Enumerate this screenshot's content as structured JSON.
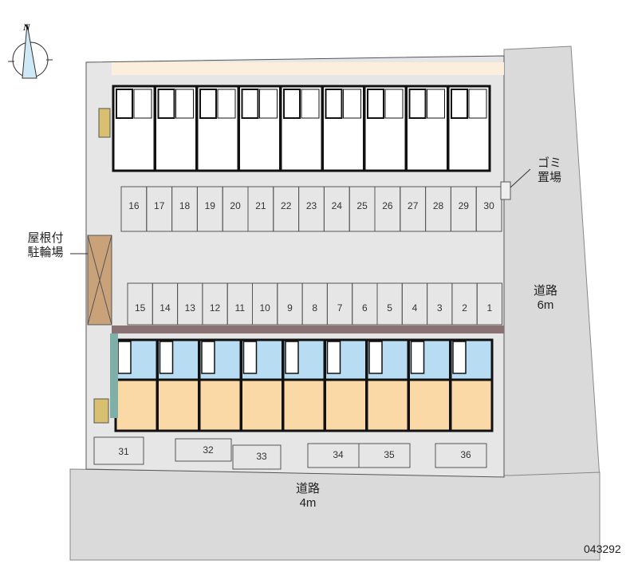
{
  "compass": {
    "north_label": "N"
  },
  "labels": {
    "bike_shed": [
      "屋根付",
      "駐輪場"
    ],
    "garbage": [
      "ゴミ",
      "置場"
    ],
    "road_east": [
      "道路",
      "6m"
    ],
    "road_south": [
      "道路",
      "4m"
    ],
    "property_id": "043292"
  },
  "parking_row_north": [
    "16",
    "17",
    "18",
    "19",
    "20",
    "21",
    "22",
    "23",
    "24",
    "25",
    "26",
    "27",
    "28",
    "29",
    "30"
  ],
  "parking_row_middle": [
    "15",
    "14",
    "13",
    "12",
    "11",
    "10",
    "9",
    "8",
    "7",
    "6",
    "5",
    "4",
    "3",
    "2",
    "1"
  ],
  "parking_south": [
    "31",
    "32",
    "33",
    "34",
    "35",
    "36"
  ],
  "colors": {
    "lot": "#e6e6e6",
    "road": "#d9d9d9",
    "unit_wet": "#b8dcf2",
    "unit_room": "#fbd9a6",
    "eave": "#8a7272",
    "bike_shed": "#c9a27a",
    "accent_teal": "#7fb0a8"
  }
}
